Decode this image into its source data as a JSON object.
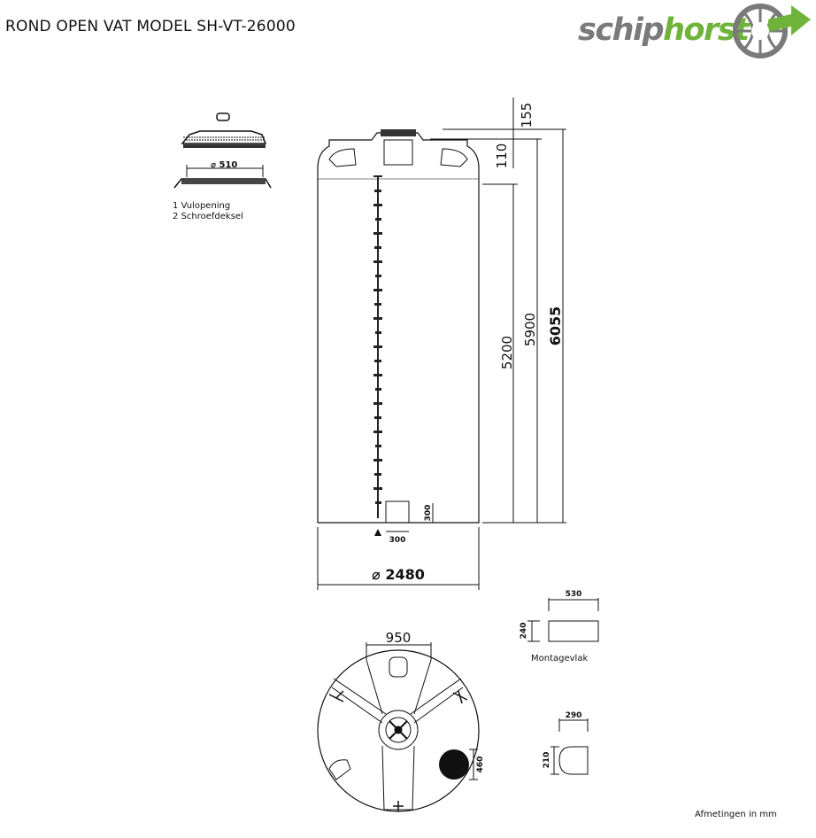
{
  "title": "ROND OPEN VAT MODEL SH-VT-26000",
  "logo": {
    "part1": "schip",
    "part2": "horst"
  },
  "detail": {
    "diameter": "⌀ 510",
    "legend": [
      "1 Vulopening",
      "2 Schroefdeksel"
    ]
  },
  "dimensions": {
    "top": "155",
    "cap": "110",
    "body": "5200",
    "total_no_cap": "5900",
    "total": "6055",
    "diameter": "⌀ 2480",
    "outlet_h": "300",
    "outlet_w": "300",
    "plan_width": "950",
    "plan_outlet": "460"
  },
  "mount": {
    "width": "530",
    "height": "240",
    "label": "Montagevlak"
  },
  "niche": {
    "width": "290",
    "height": "210"
  },
  "footer": "Afmetingen in mm",
  "colors": {
    "logo_grey": "#7a7a7a",
    "logo_green": "#6fb33a",
    "line": "#111111"
  }
}
